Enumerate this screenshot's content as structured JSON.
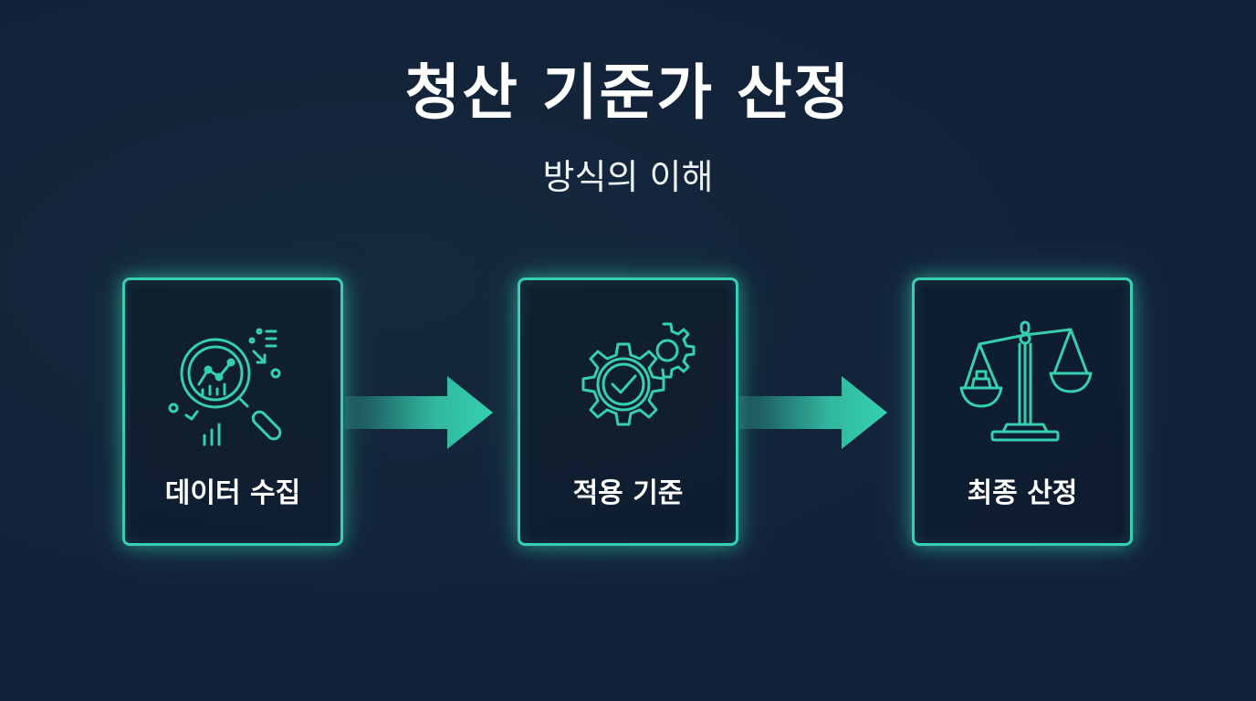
{
  "header": {
    "title": "청산 기준가 산정",
    "subtitle": "방식의 이해"
  },
  "steps": [
    {
      "label": "데이터 수집",
      "icon": "magnifier-chart-icon"
    },
    {
      "label": "적용 기준",
      "icon": "gears-check-icon"
    },
    {
      "label": "최종 산정",
      "icon": "balance-scale-icon"
    }
  ],
  "colors": {
    "accent": "#36d0b0",
    "background": "#13233a",
    "text": "#ffffff"
  }
}
